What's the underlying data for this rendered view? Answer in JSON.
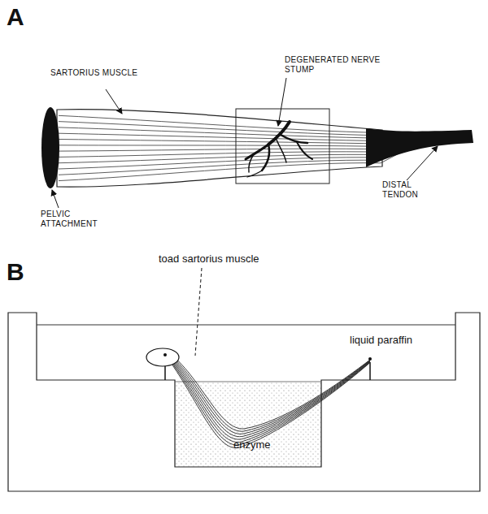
{
  "diagram": {
    "labels": [
      "A",
      "SARTORIUS MUSCLE",
      "DEGENERATED NERVE STUMP",
      "DISTAL TENDON",
      "PELVIC ATTACHMENT",
      "B",
      "toad sartorius muscle",
      "liquid paraffin",
      "enzyme"
    ]
  }
}
